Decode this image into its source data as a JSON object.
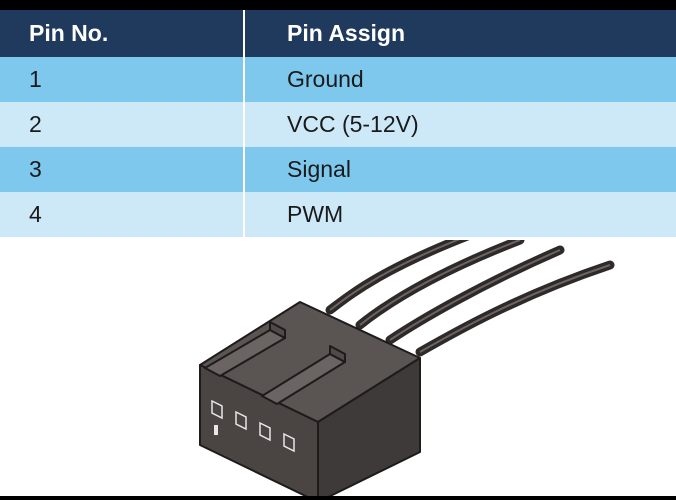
{
  "table": {
    "headers": [
      "Pin No.",
      "Pin Assign"
    ],
    "rows": [
      {
        "pin": "1",
        "assign": "Ground"
      },
      {
        "pin": "2",
        "assign": "VCC (5-12V)"
      },
      {
        "pin": "3",
        "assign": "Signal"
      },
      {
        "pin": "4",
        "assign": "PWM"
      }
    ]
  },
  "colors": {
    "header_bg": "#1f3a5c",
    "row_dark": "#7ec8ee",
    "row_light": "#cde9f8",
    "connector": "#4a4543"
  },
  "illustration": {
    "icon": "fan-connector-icon"
  }
}
